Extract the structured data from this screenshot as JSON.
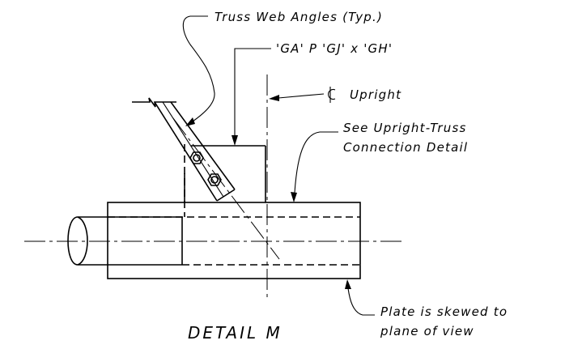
{
  "labels": {
    "truss_web_angles": "Truss Web Angles (Typ.)",
    "plate_spec": "'GA'  P  'GJ' x  'GH'",
    "upright_centerline": "Upright",
    "see_upright_line1": "See Upright-Truss",
    "see_upright_line2": "Connection Detail",
    "plate_skew_line1": "Plate is skewed to",
    "plate_skew_line2": "plane of view"
  },
  "title": "DETAIL M"
}
